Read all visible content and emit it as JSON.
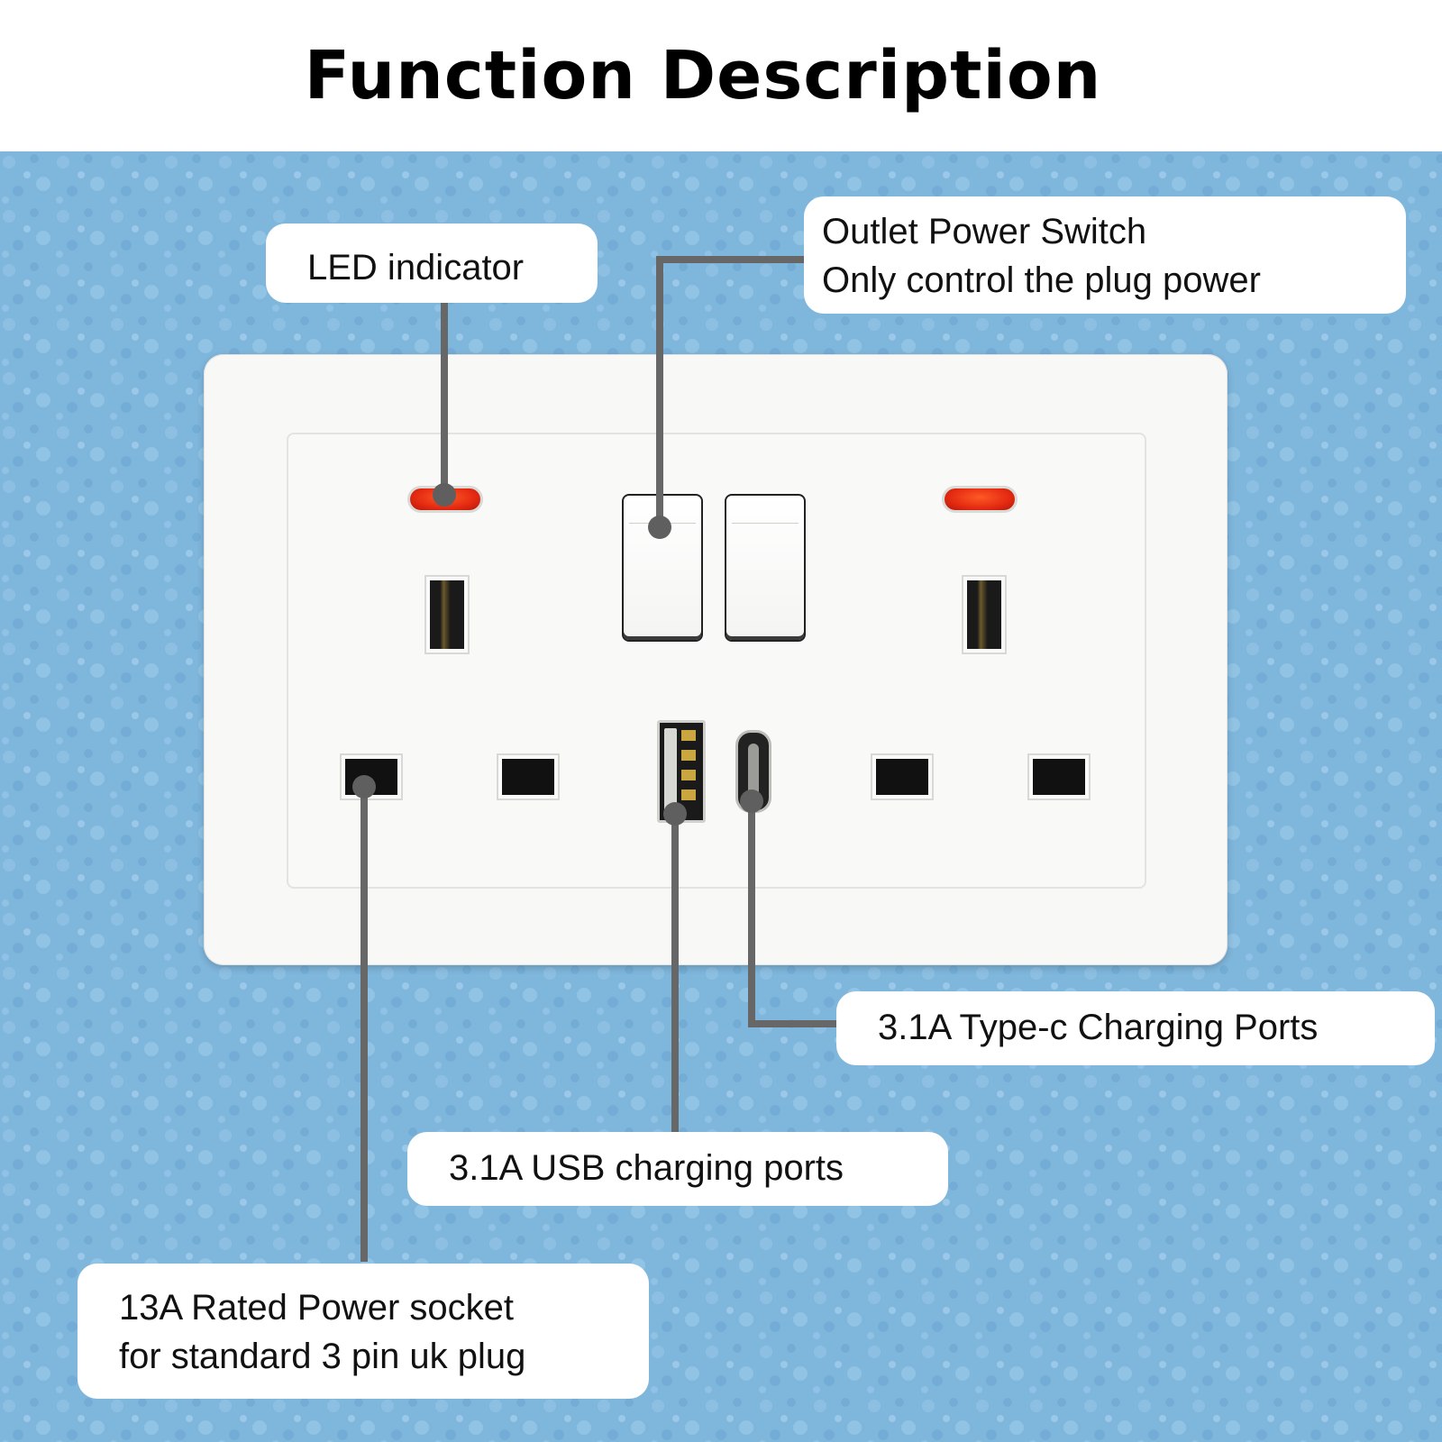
{
  "title": "Function Description",
  "callouts": {
    "led": {
      "lines": [
        "LED indicator"
      ]
    },
    "switch": {
      "lines": [
        "Outlet Power Switch",
        "Only control the plug power"
      ]
    },
    "typec": {
      "lines": [
        "3.1A Type-c Charging Ports"
      ]
    },
    "usb": {
      "lines": [
        "3.1A USB charging ports"
      ]
    },
    "socket": {
      "lines": [
        "13A Rated Power socket",
        "for standard 3 pin uk plug"
      ]
    }
  },
  "colors": {
    "background": "#7fb6dc",
    "callout": "#ffffff",
    "leader": "#676767",
    "led": "#e42a12",
    "plate": "#f8f8f6"
  }
}
